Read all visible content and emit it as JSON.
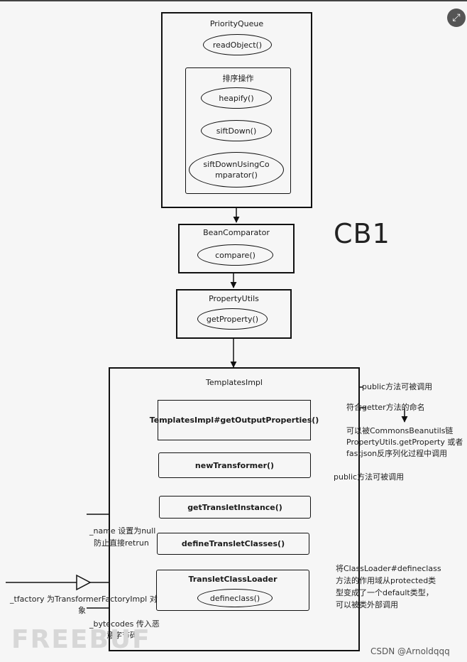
{
  "priority_queue": {
    "title": "PriorityQueue",
    "read_object": "readObject()",
    "sort_group": {
      "title": "排序操作",
      "heapify": "heapify()",
      "sift_down": "siftDown()",
      "sift_down_cmp_line1": "siftDownUsingCo",
      "sift_down_cmp_line2": "mparator()"
    }
  },
  "bean_comparator": {
    "title": "BeanComparator",
    "method": "compare()"
  },
  "property_utils": {
    "title": "PropertyUtils",
    "method": "getProperty()"
  },
  "chain_label": "CB1",
  "templates_impl": {
    "title": "TemplatesImpl",
    "get_output_properties": "TemplatesImpl#getOutputProperties()",
    "new_transformer": "newTransformer()",
    "get_translet_instance": "getTransletInstance()",
    "define_translet_classes": "defineTransletClasses()",
    "translet_class_loader": {
      "title": "TransletClassLoader",
      "method": "defineclass()"
    }
  },
  "notes": {
    "public_callable_1": "public方法可被调用",
    "getter_naming": "符合getter方法的命名",
    "cb_chain_1": "可以被CommonsBeanutils链",
    "cb_chain_2": "PropertyUtils.getProperty 或者",
    "cb_chain_3": "fastjson反序列化过程中调用",
    "public_callable_2": "public方法可被调用",
    "name_null_1": "_name 设置为null",
    "name_null_2": "防止直接retrun",
    "tfactory_1": "_tfactory 为TransformerFactoryImpl 对",
    "tfactory_2": "象",
    "bytecodes_1": "_bytecodes 传入恶",
    "bytecodes_2": "意字节码",
    "classloader_1": "将ClassLoader#defineclass",
    "classloader_2": "方法的作用域从protected类",
    "classloader_3": "型变成了一个default类型，",
    "classloader_4": "可以被类外部调用"
  },
  "watermark": "FREEBUF",
  "credit": "CSDN @Arnoldqqq"
}
